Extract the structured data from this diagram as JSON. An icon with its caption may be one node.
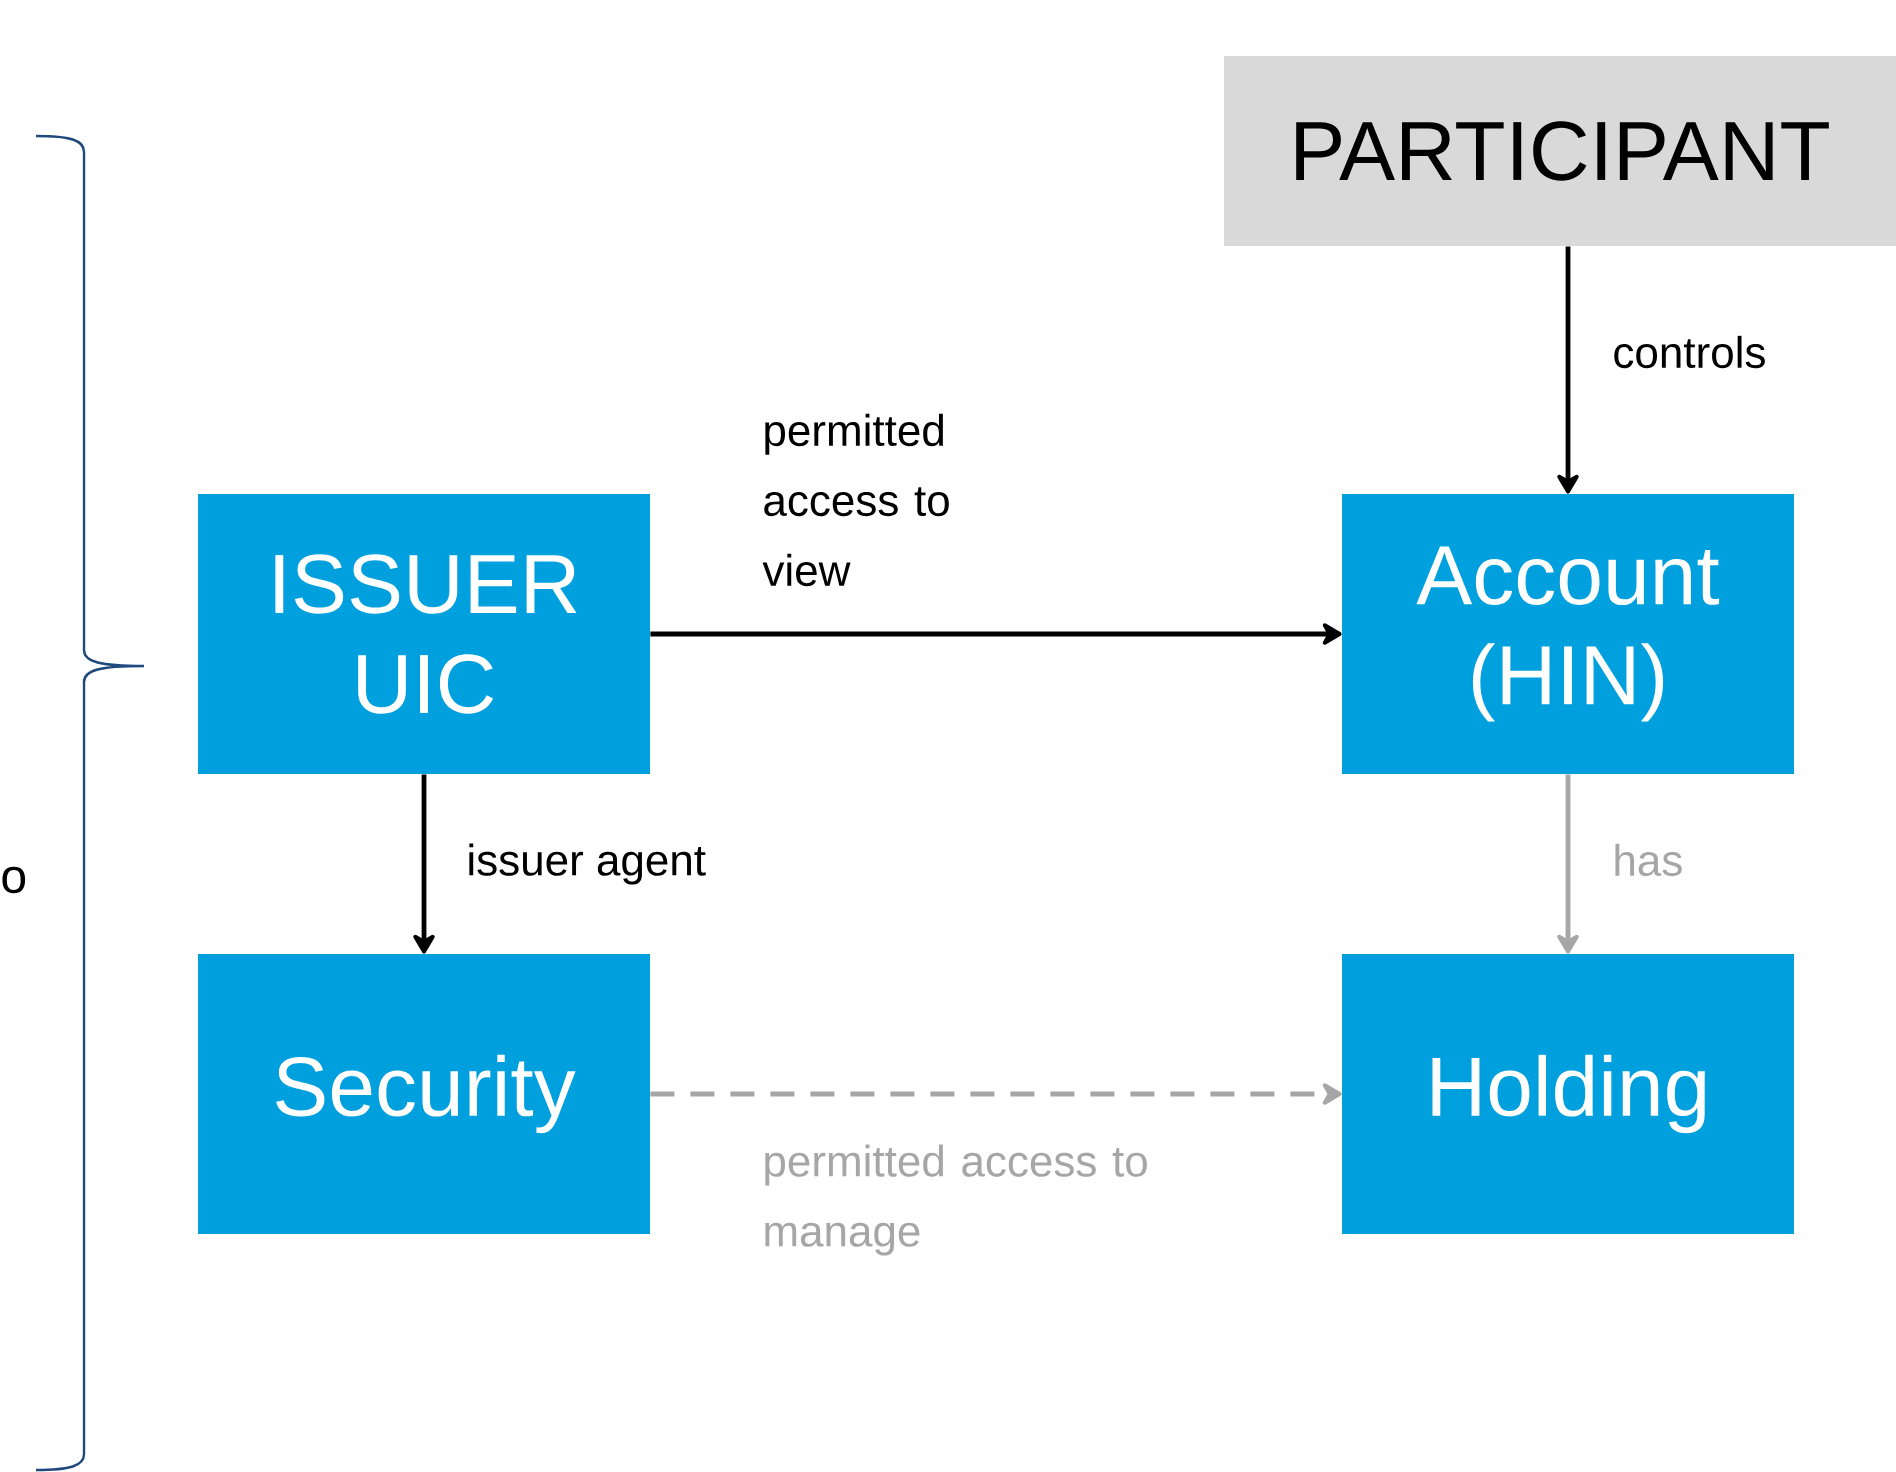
{
  "diagram": {
    "nodes": [
      {
        "text": [
          "PARTICIPANT"
        ]
      },
      {
        "text": [
          "ISSUER UIC"
        ]
      },
      {
        "text": [
          "Account (HIN)"
        ]
      },
      {
        "text": [
          "Security"
        ]
      },
      {
        "text": [
          "Holding"
        ]
      }
    ],
    "edges": [
      {
        "from": 0,
        "to": 2,
        "arrow": "to",
        "label": "controls"
      },
      {
        "from": 1,
        "to": 2,
        "arrow": "to",
        "label": "permitted access to view"
      },
      {
        "from": 1,
        "to": 3,
        "arrow": "to",
        "label": "issuer agent"
      },
      {
        "from": 2,
        "to": 4,
        "arrow": "to",
        "label": "has",
        "color": "#a6a6a6"
      },
      {
        "from": 3,
        "to": 4,
        "arrow": "to",
        "label": "permitted access to manage",
        "style": "dashed",
        "color": "#a6a6a6"
      }
    ],
    "labels": [
      "o"
    ]
  }
}
